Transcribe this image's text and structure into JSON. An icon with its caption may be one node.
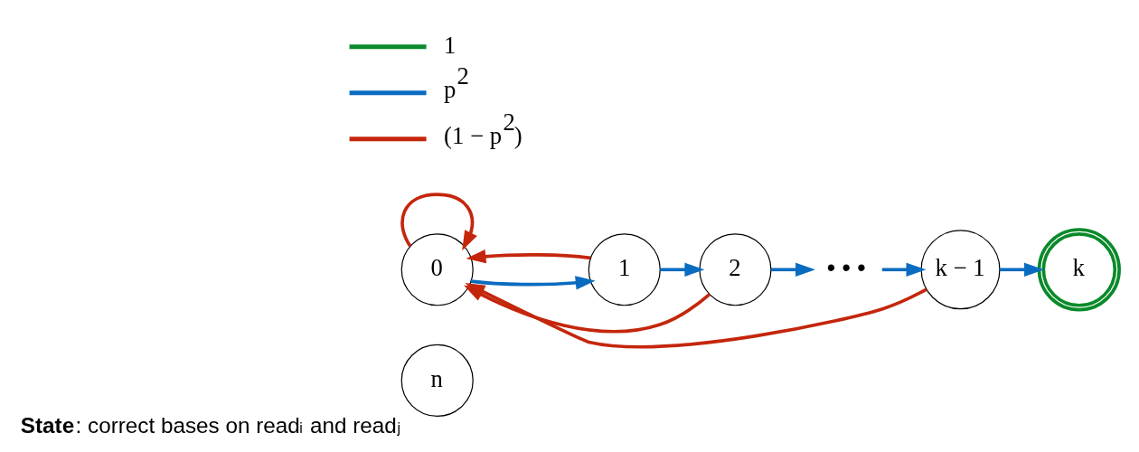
{
  "diagram": {
    "nodes": [
      {
        "text": [
          "n"
        ],
        "beside": [
          "**State**: correct bases on read$_{i}$ and read$_{j}$"
        ]
      },
      {
        "text": [
          "0"
        ]
      },
      {
        "text": [
          "1"
        ]
      },
      {
        "text": [
          "2"
        ]
      },
      {
        "text": [
          "• • •"
        ]
      },
      {
        "text": [
          "k − 1"
        ]
      },
      {
        "text": [
          "k"
        ]
      }
    ],
    "edges": [
      {
        "from": 1,
        "to": 1,
        "arrow": "to",
        "color": "#c4260c"
      },
      {
        "from": 1,
        "to": 2,
        "arrow": "to"
      },
      {
        "from": 2,
        "to": 1,
        "arrow": "to",
        "color": "#c4260c"
      },
      {
        "from": 2,
        "to": 3,
        "arrow": "to"
      },
      {
        "from": 3,
        "to": 1,
        "arrow": "to",
        "color": "#c4260c"
      },
      {
        "from": 3,
        "to": 4,
        "arrow": "to"
      },
      {
        "from": 4,
        "to": 5,
        "arrow": "to"
      },
      {
        "from": 5,
        "to": 1,
        "arrow": "to",
        "color": "#c4260c"
      },
      {
        "from": 5,
        "to": 6,
        "arrow": "to"
      }
    ],
    "legend": [
      {
        "text": "1",
        "color": "#0a8a2a"
      },
      {
        "text": "p$^{2}$",
        "color": "#0a6cc0"
      },
      {
        "text": "(1 − p$^{2}$)",
        "color": "#c4260c"
      }
    ]
  }
}
